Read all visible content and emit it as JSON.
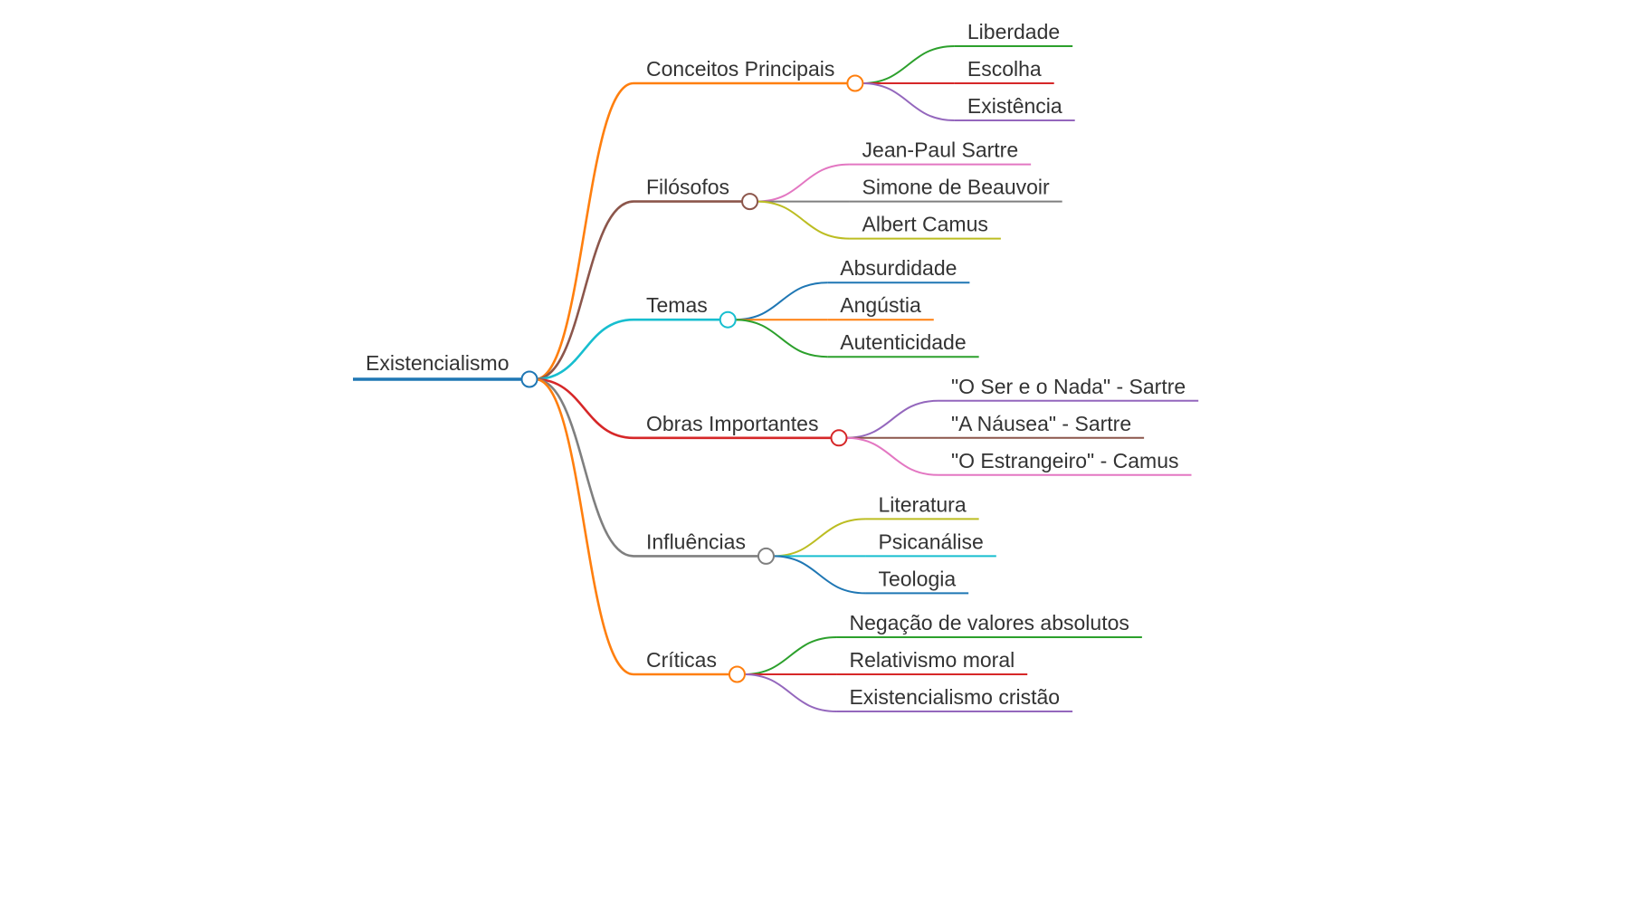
{
  "root": {
    "label": "Existencialismo",
    "color": "#1f77b4"
  },
  "branches": [
    {
      "label": "Conceitos Principais",
      "color": "#ff7f0e",
      "children": [
        {
          "label": "Liberdade",
          "color": "#2ca02c"
        },
        {
          "label": "Escolha",
          "color": "#d62728"
        },
        {
          "label": "Existência",
          "color": "#9467bd"
        }
      ]
    },
    {
      "label": "Filósofos",
      "color": "#8c564b",
      "children": [
        {
          "label": "Jean-Paul Sartre",
          "color": "#e377c2"
        },
        {
          "label": "Simone de Beauvoir",
          "color": "#7f7f7f"
        },
        {
          "label": "Albert Camus",
          "color": "#bcbd22"
        }
      ]
    },
    {
      "label": "Temas",
      "color": "#17becf",
      "children": [
        {
          "label": "Absurdidade",
          "color": "#1f77b4"
        },
        {
          "label": "Angústia",
          "color": "#ff7f0e"
        },
        {
          "label": "Autenticidade",
          "color": "#2ca02c"
        }
      ]
    },
    {
      "label": "Obras Importantes",
      "color": "#d62728",
      "children": [
        {
          "label": "\"O Ser e o Nada\" - Sartre",
          "color": "#9467bd"
        },
        {
          "label": "\"A Náusea\" - Sartre",
          "color": "#8c564b"
        },
        {
          "label": "\"O Estrangeiro\" - Camus",
          "color": "#e377c2"
        }
      ]
    },
    {
      "label": "Influências",
      "color": "#7f7f7f",
      "children": [
        {
          "label": "Literatura",
          "color": "#bcbd22"
        },
        {
          "label": "Psicanálise",
          "color": "#17becf"
        },
        {
          "label": "Teologia",
          "color": "#1f77b4"
        }
      ]
    },
    {
      "label": "Críticas",
      "color": "#ff7f0e",
      "children": [
        {
          "label": "Negação de valores absolutos",
          "color": "#2ca02c"
        },
        {
          "label": "Relativismo moral",
          "color": "#d62728"
        },
        {
          "label": "Existencialismo cristão",
          "color": "#9467bd"
        }
      ]
    }
  ]
}
